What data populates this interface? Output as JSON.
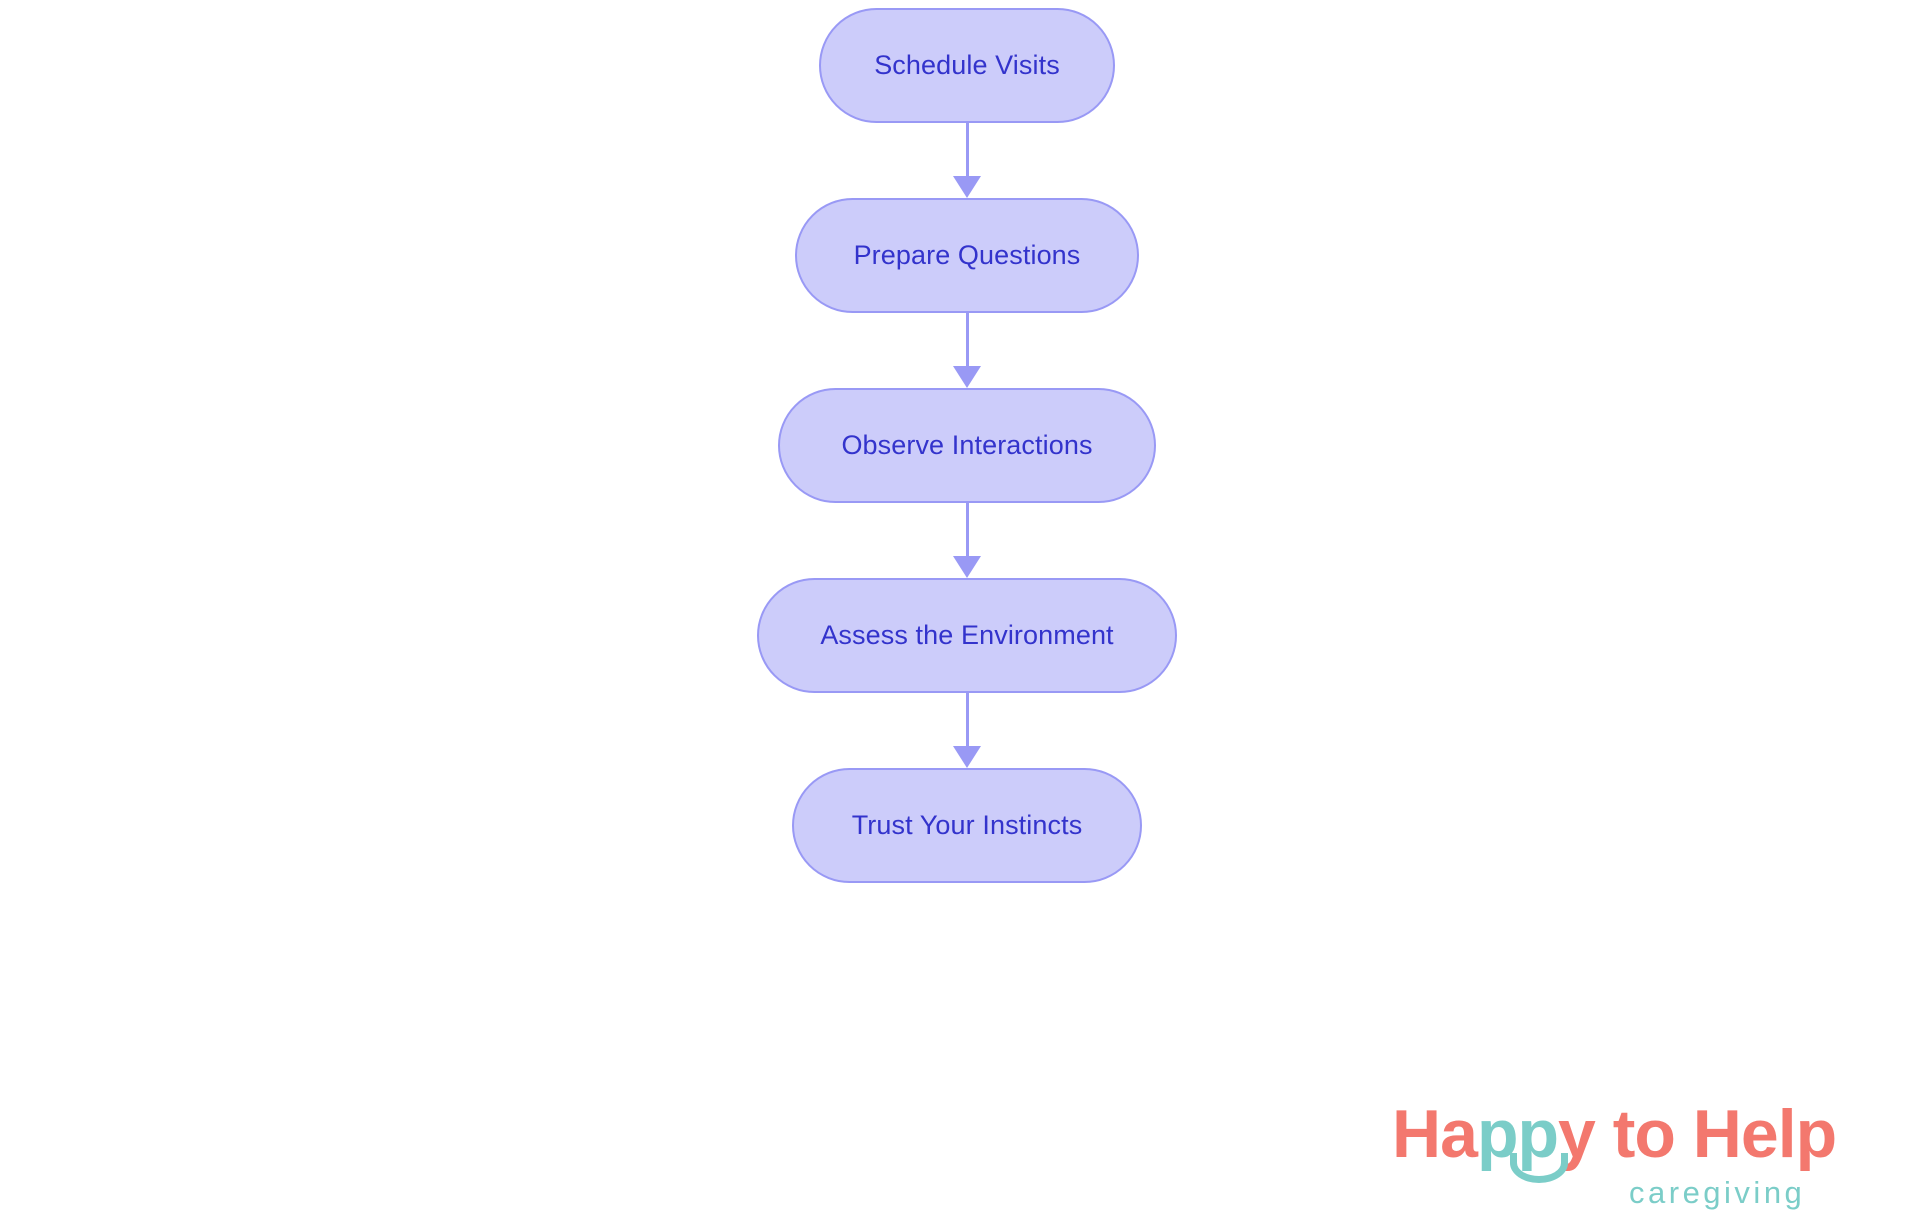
{
  "chart_data": {
    "type": "diagram",
    "diagram_type": "flowchart",
    "orientation": "vertical-top-to-bottom",
    "title": "",
    "nodes": [
      {
        "id": "n1",
        "label": "Schedule Visits"
      },
      {
        "id": "n2",
        "label": "Prepare Questions"
      },
      {
        "id": "n3",
        "label": "Observe Interactions"
      },
      {
        "id": "n4",
        "label": "Assess the Environment"
      },
      {
        "id": "n5",
        "label": "Trust Your Instincts"
      }
    ],
    "edges": [
      {
        "from": "n1",
        "to": "n2",
        "label": "",
        "arrow": "down-arrow"
      },
      {
        "from": "n2",
        "to": "n3",
        "label": "",
        "arrow": "down-arrow"
      },
      {
        "from": "n3",
        "to": "n4",
        "label": "",
        "arrow": "down-arrow"
      },
      {
        "from": "n4",
        "to": "n5",
        "label": "",
        "arrow": "down-arrow"
      }
    ],
    "colors": {
      "node_fill": "#ccccfa",
      "node_border": "#9999f5",
      "node_text": "#3333cc",
      "edge": "#9999f5",
      "background": "#ffffff"
    }
  },
  "flow": {
    "nodes": [
      {
        "label": "Schedule Visits"
      },
      {
        "label": "Prepare Questions"
      },
      {
        "label": "Observe Interactions"
      },
      {
        "label": "Assess the Environment"
      },
      {
        "label": "Trust Your Instincts"
      }
    ]
  },
  "logo": {
    "word_1": "Ha",
    "word_2": "pp",
    "word_3": "y to Help",
    "tagline": "caregiving",
    "coral": "#f3786e",
    "teal": "#7bcdc8"
  }
}
